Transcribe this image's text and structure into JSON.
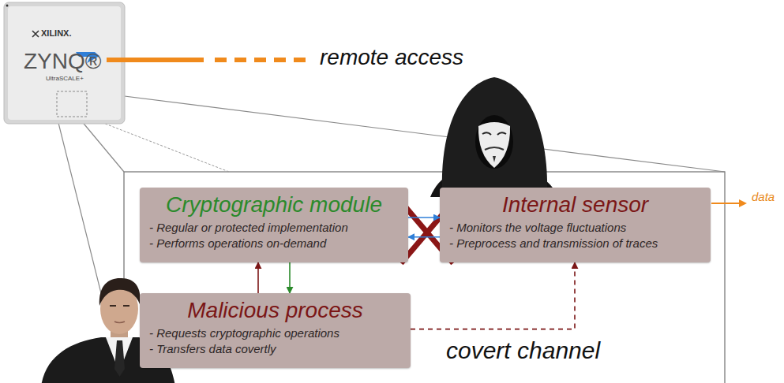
{
  "diagram": {
    "nodes": [
      {
        "text": [
          "Cryptographic module",
          "- Regular or protected implementation",
          "- Performs operations on-demand"
        ]
      },
      {
        "text": [
          "Internal sensor",
          "- Monitors the voltage fluctuations",
          "- Preprocess and transmission of traces"
        ]
      },
      {
        "text": [
          "Malicious process",
          "- Requests cryptographic operations",
          "- Transfers data covertly"
        ]
      }
    ],
    "edges": [
      {
        "from": 0,
        "to": 1,
        "arrow": "to"
      },
      {
        "from": 1,
        "to": 0,
        "arrow": "to"
      },
      {
        "from": 2,
        "to": 0,
        "arrow": "to"
      },
      {
        "from": 0,
        "to": 2,
        "arrow": "to"
      },
      {
        "from": 2,
        "to": 1,
        "arrow": "to"
      }
    ],
    "labels": [
      "XILINX.",
      "ZYNQ®",
      "UltraSCALE+",
      "remote access",
      "covert channel",
      "data"
    ]
  }
}
